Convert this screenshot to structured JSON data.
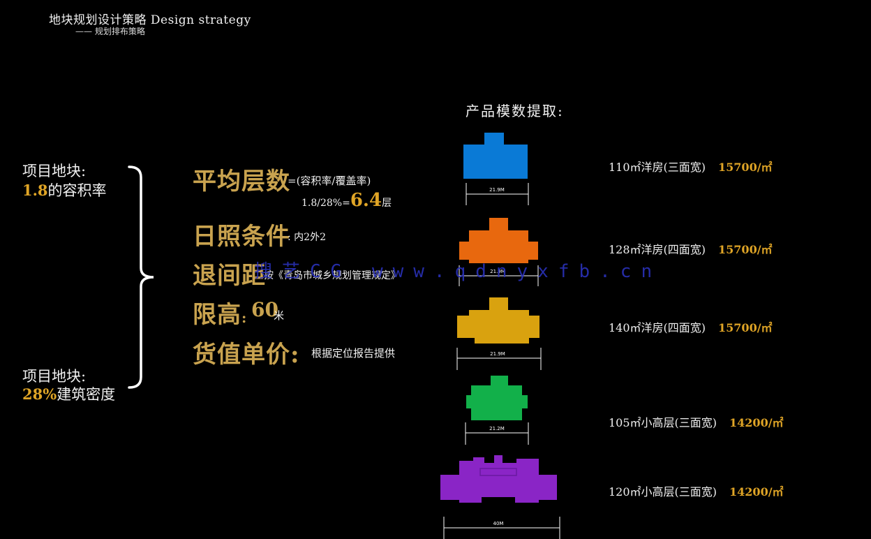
{
  "header": {
    "title": "地块规划设计策略 Design strategy",
    "subtitle": "—— 规划排布策略"
  },
  "left": {
    "block1_label": "项目地块:",
    "block1_value_num": "1.8",
    "block1_value_text": "的容积率",
    "block2_label": "项目地块:",
    "block2_value_num": "28%",
    "block2_value_text": "建筑密度"
  },
  "conditions": {
    "avg_floors_title": "平均层数",
    "avg_floors_formula": "=(容积率/覆盖率)",
    "avg_floors_calc": "1.8/28%=",
    "avg_floors_result": "6.4",
    "avg_floors_unit": "层",
    "sunlight_title": "日照条件",
    "sunlight_desc": ": 内2外2",
    "setback_title": "退间距",
    "setback_desc": "按《青岛市城乡规划管理规定》",
    "height_title": "限高",
    "height_colon": ":",
    "height_value": "60",
    "height_unit": "米",
    "price_title": "货值单价:",
    "price_desc": "根据定位报告提供"
  },
  "watermark": "搜艺CG   www.qdnyxfb.cn",
  "modules": {
    "title": "产品模数提取:",
    "items": [
      {
        "label": "110㎡洋房(三面宽)",
        "price": "15700/㎡",
        "color": "#0a7ad6",
        "dim": "21.9M"
      },
      {
        "label": "128㎡洋房(四面宽)",
        "price": "15700/㎡",
        "color": "#e8680e",
        "dim": "21.9M"
      },
      {
        "label": "140㎡洋房(四面宽)",
        "price": "15700/㎡",
        "color": "#d9a20f",
        "dim": "21.9M"
      },
      {
        "label": "105㎡小高层(三面宽)",
        "price": "14200/㎡",
        "color": "#12b04a",
        "dim": "21.2M"
      },
      {
        "label": "120㎡小高层(三面宽)",
        "price": "14200/㎡",
        "color": "#8a25c6",
        "dim": "40M"
      }
    ]
  }
}
